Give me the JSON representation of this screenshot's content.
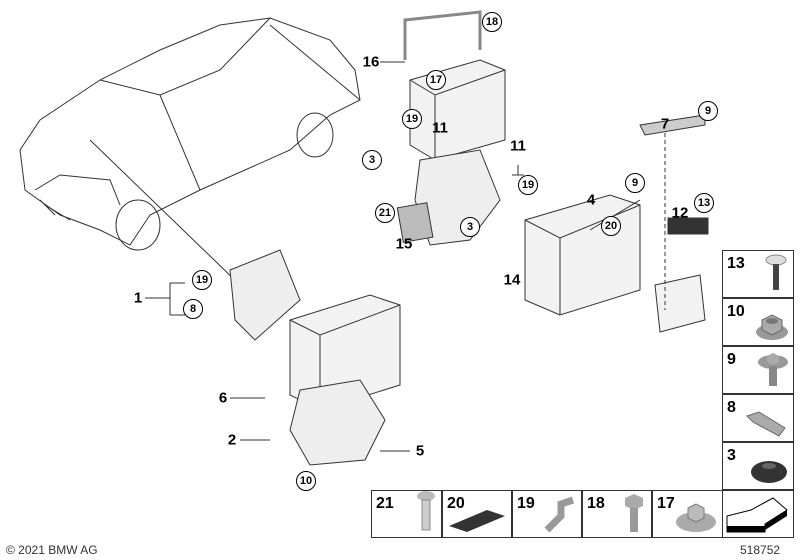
{
  "callouts": {
    "c16": "16",
    "c11a": "11",
    "c11b": "11",
    "c7": "7",
    "c4": "4",
    "c12": "12",
    "c15": "15",
    "c14": "14",
    "c1": "1",
    "c6": "6",
    "c2": "2",
    "c5": "5",
    "r18": "18",
    "r17": "17",
    "r19a": "19",
    "r3a": "3",
    "r19b": "19",
    "r9a": "9",
    "r9b": "9",
    "r13": "13",
    "r21": "21",
    "r3b": "3",
    "r20": "20",
    "r19c": "19",
    "r8": "8",
    "r10": "10"
  },
  "parts_column": [
    {
      "num": "13",
      "icon": "screw-icon"
    },
    {
      "num": "10",
      "icon": "hex-nut-icon"
    },
    {
      "num": "9",
      "icon": "collar-bolt-icon"
    },
    {
      "num": "8",
      "icon": "cable-clip-icon"
    },
    {
      "num": "3",
      "icon": "grommet-icon"
    }
  ],
  "parts_row": [
    {
      "num": "21",
      "icon": "expanding-rivet-icon"
    },
    {
      "num": "20",
      "icon": "pad-icon"
    },
    {
      "num": "19",
      "icon": "elbow-vent-icon"
    },
    {
      "num": "18",
      "icon": "hex-bolt-icon"
    },
    {
      "num": "17",
      "icon": "flange-nut-icon"
    },
    {
      "num": "",
      "icon": "arrow-icon"
    }
  ],
  "footer": {
    "copyright": "© 2021 BMW AG",
    "diagram_id": "518752"
  }
}
